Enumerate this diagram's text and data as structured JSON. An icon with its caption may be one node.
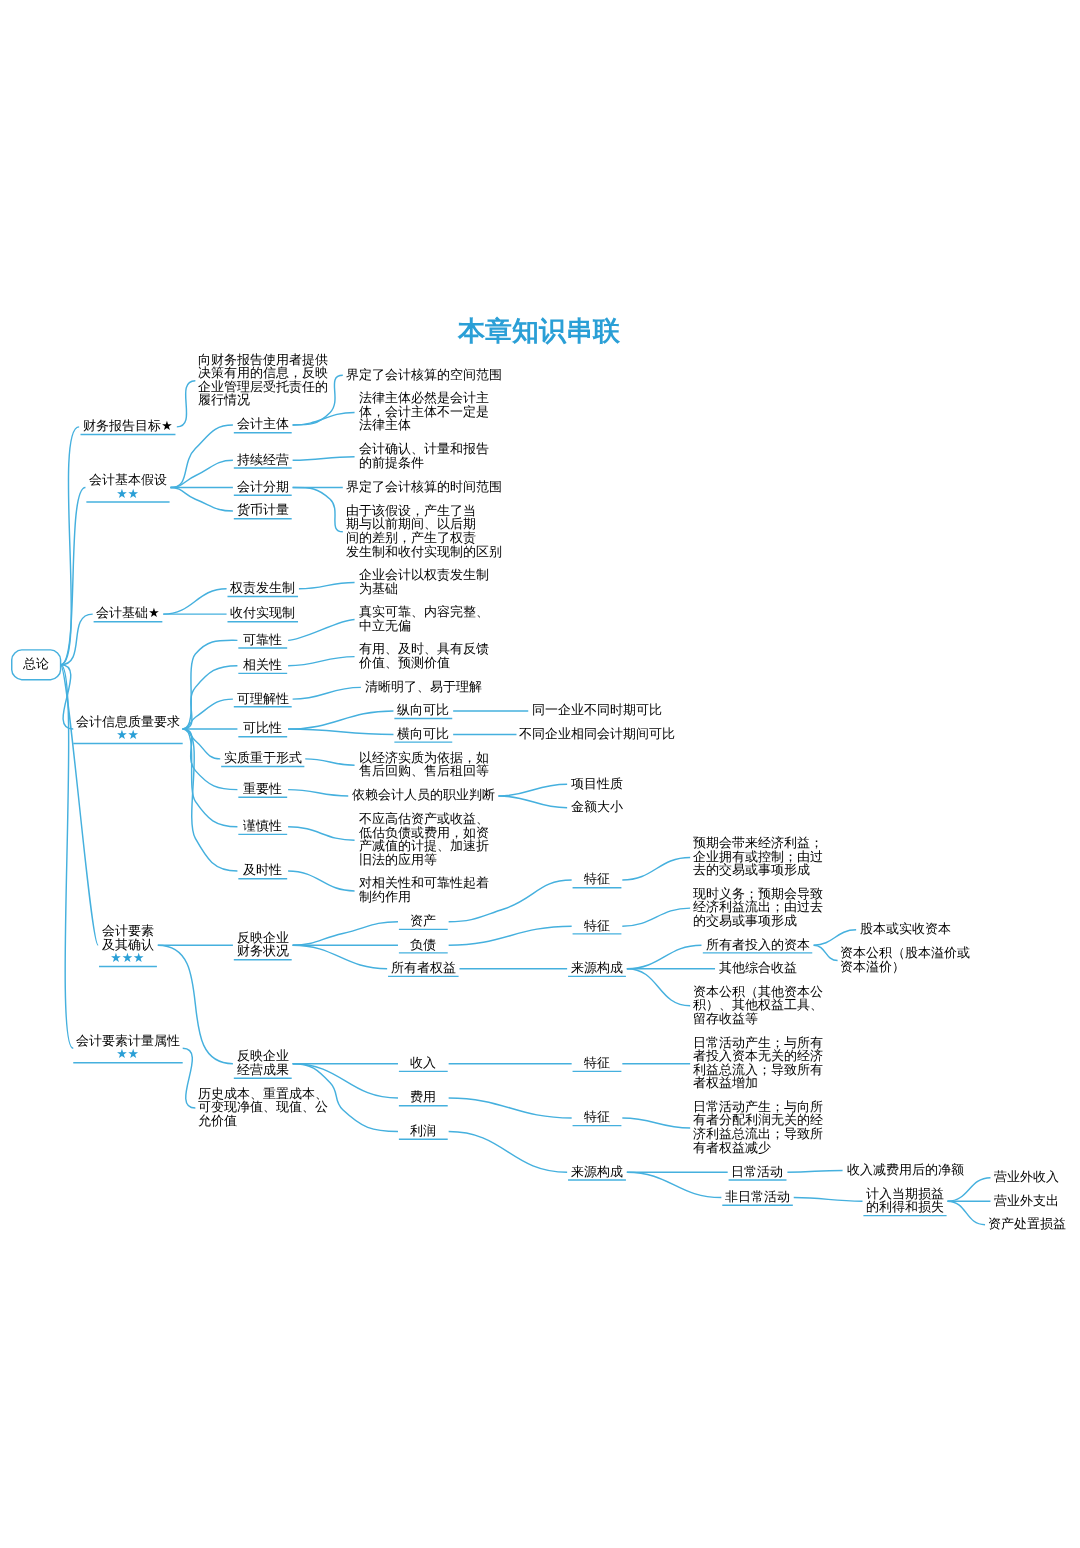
{
  "diagram": {
    "title": "本章知识串联",
    "nodes": [
      {
        "text": [
          "总论"
        ]
      },
      {
        "text": [
          "财务报告目标★"
        ]
      },
      {
        "text": [
          "向财务报告使用者提供决策有用的信息，反映企业管理层受托责任的履行情况"
        ]
      },
      {
        "text": [
          "会计基本假设",
          "★★"
        ]
      },
      {
        "text": [
          "会计主体"
        ]
      },
      {
        "text": [
          "界定了会计核算的空间范围"
        ]
      },
      {
        "text": [
          "法律主体必然是会计主体，会计主体不一定是法律主体"
        ]
      },
      {
        "text": [
          "持续经营"
        ]
      },
      {
        "text": [
          "会计确认、计量和报告的前提条件"
        ]
      },
      {
        "text": [
          "会计分期"
        ]
      },
      {
        "text": [
          "界定了会计核算的时间范围"
        ]
      },
      {
        "text": [
          "由于该假设，产生了当期与以前期间、以后期间的差别，产生了权责发生制和收付实现制的区别"
        ]
      },
      {
        "text": [
          "货币计量"
        ]
      },
      {
        "text": [
          "会计基础★"
        ]
      },
      {
        "text": [
          "权责发生制"
        ]
      },
      {
        "text": [
          "企业会计以权责发生制为基础"
        ]
      },
      {
        "text": [
          "收付实现制"
        ]
      },
      {
        "text": [
          "会计信息质量要求",
          "★★"
        ]
      },
      {
        "text": [
          "可靠性"
        ]
      },
      {
        "text": [
          "真实可靠、内容完整、中立无偏"
        ]
      },
      {
        "text": [
          "相关性"
        ]
      },
      {
        "text": [
          "有用、及时、具有反馈价值、预测价值"
        ]
      },
      {
        "text": [
          "可理解性"
        ]
      },
      {
        "text": [
          "清晰明了、易于理解"
        ]
      },
      {
        "text": [
          "可比性"
        ]
      },
      {
        "text": [
          "纵向可比"
        ]
      },
      {
        "text": [
          "同一企业不同时期可比"
        ]
      },
      {
        "text": [
          "横向可比"
        ]
      },
      {
        "text": [
          "不同企业相同会计期间可比"
        ]
      },
      {
        "text": [
          "实质重于形式"
        ]
      },
      {
        "text": [
          "以经济实质为依据，如售后回购、售后租回等"
        ]
      },
      {
        "text": [
          "重要性"
        ]
      },
      {
        "text": [
          "依赖会计人员的职业判断"
        ]
      },
      {
        "text": [
          "项目性质"
        ]
      },
      {
        "text": [
          "金额大小"
        ]
      },
      {
        "text": [
          "谨慎性"
        ]
      },
      {
        "text": [
          "不应高估资产或收益、低估负债或费用，如资产减值的计提、加速折旧法的应用等"
        ]
      },
      {
        "text": [
          "及时性"
        ]
      },
      {
        "text": [
          "对相关性和可靠性起着制约作用"
        ]
      },
      {
        "text": [
          "会计要素及其确认",
          "★★★"
        ]
      },
      {
        "text": [
          "反映企业财务状况"
        ]
      },
      {
        "text": [
          "资产"
        ]
      },
      {
        "text": [
          "特征"
        ]
      },
      {
        "text": [
          "预期会带来经济利益；企业拥有或控制；由过去的交易或事项形成"
        ]
      },
      {
        "text": [
          "负债"
        ]
      },
      {
        "text": [
          "特征"
        ]
      },
      {
        "text": [
          "现时义务；预期会导致经济利益流出；由过去的交易或事项形成"
        ]
      },
      {
        "text": [
          "所有者权益"
        ]
      },
      {
        "text": [
          "来源构成"
        ]
      },
      {
        "text": [
          "所有者投入的资本"
        ]
      },
      {
        "text": [
          "股本或实收资本"
        ]
      },
      {
        "text": [
          "资本公积（股本溢价或资本溢价）"
        ]
      },
      {
        "text": [
          "其他综合收益"
        ]
      },
      {
        "text": [
          "资本公积（其他资本公积）、其他权益工具、留存收益等"
        ]
      },
      {
        "text": [
          "反映企业经营成果"
        ]
      },
      {
        "text": [
          "收入"
        ]
      },
      {
        "text": [
          "特征"
        ]
      },
      {
        "text": [
          "日常活动产生；与所有者投入资本无关的经济利益总流入；导致所有者权益增加"
        ]
      },
      {
        "text": [
          "费用"
        ]
      },
      {
        "text": [
          "特征"
        ]
      },
      {
        "text": [
          "日常活动产生；与向所有者分配利润无关的经济利益总流出；导致所有者权益减少"
        ]
      },
      {
        "text": [
          "利润"
        ]
      },
      {
        "text": [
          "来源构成"
        ]
      },
      {
        "text": [
          "日常活动"
        ]
      },
      {
        "text": [
          "收入减费用后的净额"
        ]
      },
      {
        "text": [
          "非日常活动"
        ]
      },
      {
        "text": [
          "计入当期损益的利得和损失"
        ]
      },
      {
        "text": [
          "营业外收入"
        ]
      },
      {
        "text": [
          "营业外支出"
        ]
      },
      {
        "text": [
          "资产处置损益"
        ]
      },
      {
        "text": [
          "会计要素计量属性",
          "★★"
        ]
      },
      {
        "text": [
          "历史成本、重置成本、可变现净值、现值、公允价值"
        ]
      }
    ],
    "edges": [
      {
        "from": 0,
        "to": 1,
        "arrow": "none"
      },
      {
        "from": 1,
        "to": 2,
        "arrow": "none"
      },
      {
        "from": 0,
        "to": 3,
        "arrow": "none"
      },
      {
        "from": 3,
        "to": 4,
        "arrow": "none"
      },
      {
        "from": 4,
        "to": 5,
        "arrow": "none"
      },
      {
        "from": 4,
        "to": 6,
        "arrow": "none"
      },
      {
        "from": 3,
        "to": 7,
        "arrow": "none"
      },
      {
        "from": 7,
        "to": 8,
        "arrow": "none"
      },
      {
        "from": 3,
        "to": 9,
        "arrow": "none"
      },
      {
        "from": 9,
        "to": 10,
        "arrow": "none"
      },
      {
        "from": 9,
        "to": 11,
        "arrow": "none"
      },
      {
        "from": 3,
        "to": 12,
        "arrow": "none"
      },
      {
        "from": 0,
        "to": 13,
        "arrow": "none"
      },
      {
        "from": 13,
        "to": 14,
        "arrow": "none"
      },
      {
        "from": 14,
        "to": 15,
        "arrow": "none"
      },
      {
        "from": 13,
        "to": 16,
        "arrow": "none"
      },
      {
        "from": 0,
        "to": 17,
        "arrow": "none"
      },
      {
        "from": 17,
        "to": 18,
        "arrow": "none"
      },
      {
        "from": 18,
        "to": 19,
        "arrow": "none"
      },
      {
        "from": 17,
        "to": 20,
        "arrow": "none"
      },
      {
        "from": 20,
        "to": 21,
        "arrow": "none"
      },
      {
        "from": 17,
        "to": 22,
        "arrow": "none"
      },
      {
        "from": 22,
        "to": 23,
        "arrow": "none"
      },
      {
        "from": 17,
        "to": 24,
        "arrow": "none"
      },
      {
        "from": 24,
        "to": 25,
        "arrow": "none"
      },
      {
        "from": 25,
        "to": 26,
        "arrow": "none"
      },
      {
        "from": 24,
        "to": 27,
        "arrow": "none"
      },
      {
        "from": 27,
        "to": 28,
        "arrow": "none"
      },
      {
        "from": 17,
        "to": 29,
        "arrow": "none"
      },
      {
        "from": 29,
        "to": 30,
        "arrow": "none"
      },
      {
        "from": 17,
        "to": 31,
        "arrow": "none"
      },
      {
        "from": 31,
        "to": 32,
        "arrow": "none"
      },
      {
        "from": 32,
        "to": 33,
        "arrow": "none"
      },
      {
        "from": 32,
        "to": 34,
        "arrow": "none"
      },
      {
        "from": 17,
        "to": 35,
        "arrow": "none"
      },
      {
        "from": 35,
        "to": 36,
        "arrow": "none"
      },
      {
        "from": 17,
        "to": 37,
        "arrow": "none"
      },
      {
        "from": 37,
        "to": 38,
        "arrow": "none"
      },
      {
        "from": 0,
        "to": 39,
        "arrow": "none"
      },
      {
        "from": 39,
        "to": 40,
        "arrow": "none"
      },
      {
        "from": 40,
        "to": 41,
        "arrow": "none"
      },
      {
        "from": 41,
        "to": 42,
        "arrow": "none"
      },
      {
        "from": 42,
        "to": 43,
        "arrow": "none"
      },
      {
        "from": 40,
        "to": 44,
        "arrow": "none"
      },
      {
        "from": 44,
        "to": 45,
        "arrow": "none"
      },
      {
        "from": 45,
        "to": 46,
        "arrow": "none"
      },
      {
        "from": 40,
        "to": 47,
        "arrow": "none"
      },
      {
        "from": 47,
        "to": 48,
        "arrow": "none"
      },
      {
        "from": 48,
        "to": 49,
        "arrow": "none"
      },
      {
        "from": 49,
        "to": 50,
        "arrow": "none"
      },
      {
        "from": 49,
        "to": 51,
        "arrow": "none"
      },
      {
        "from": 48,
        "to": 52,
        "arrow": "none"
      },
      {
        "from": 48,
        "to": 53,
        "arrow": "none"
      },
      {
        "from": 39,
        "to": 54,
        "arrow": "none"
      },
      {
        "from": 54,
        "to": 55,
        "arrow": "none"
      },
      {
        "from": 55,
        "to": 56,
        "arrow": "none"
      },
      {
        "from": 56,
        "to": 57,
        "arrow": "none"
      },
      {
        "from": 54,
        "to": 58,
        "arrow": "none"
      },
      {
        "from": 58,
        "to": 59,
        "arrow": "none"
      },
      {
        "from": 59,
        "to": 60,
        "arrow": "none"
      },
      {
        "from": 54,
        "to": 61,
        "arrow": "none"
      },
      {
        "from": 61,
        "to": 62,
        "arrow": "none"
      },
      {
        "from": 62,
        "to": 63,
        "arrow": "none"
      },
      {
        "from": 63,
        "to": 64,
        "arrow": "none"
      },
      {
        "from": 62,
        "to": 65,
        "arrow": "none"
      },
      {
        "from": 65,
        "to": 66,
        "arrow": "none"
      },
      {
        "from": 66,
        "to": 67,
        "arrow": "none"
      },
      {
        "from": 66,
        "to": 68,
        "arrow": "none"
      },
      {
        "from": 66,
        "to": 69,
        "arrow": "none"
      },
      {
        "from": 0,
        "to": 70,
        "arrow": "none"
      },
      {
        "from": 70,
        "to": 71,
        "arrow": "none"
      }
    ]
  }
}
